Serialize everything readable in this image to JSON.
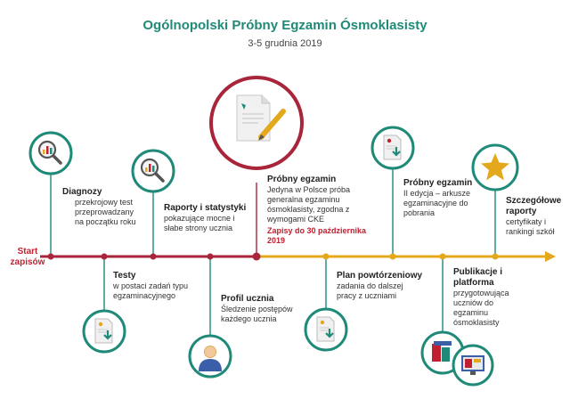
{
  "header": {
    "title": "Ogólnopolski Próbny Egzamin Ósmoklasisty",
    "subtitle": "3-5 grudnia 2019"
  },
  "start_label": "Start zapisów",
  "colors": {
    "teal": "#1f8a78",
    "red": "#a8253a",
    "gold": "#e3a81b",
    "bright_red": "#c0202f"
  },
  "milestones": [
    {
      "heading": "Diagnozy",
      "text": "przekrojowy test przeprowadzany na początku roku",
      "icon": "chart-magnifier-icon"
    },
    {
      "heading": "Testy",
      "text": "w postaci zadań typu egzaminacyjnego",
      "icon": "document-download-icon"
    },
    {
      "heading": "Raporty i statystyki",
      "text": "pokazujące mocne i słabe strony ucznia",
      "icon": "chart-magnifier-icon"
    },
    {
      "heading": "Profil ucznia",
      "text": "Śledzenie postępów każdego ucznia",
      "icon": "user-icon"
    },
    {
      "heading": "Próbny egzamin",
      "text": "Jedyna w Polsce próba generalna egzaminu ósmoklasisty, zgodna z wymogami CKE",
      "highlight": "Zapisy do 30 października 2019",
      "icon": "document-pen-icon"
    },
    {
      "heading": "Plan powtórzeniowy",
      "text": "zadania do dalszej pracy z uczniami",
      "icon": "document-download-icon"
    },
    {
      "heading": "Próbny egzamin",
      "text": "II edycja – arkusze egzaminacyjne do pobrania",
      "icon": "document-download-icon"
    },
    {
      "heading": "Publikacje i platforma",
      "text": "przygotowująca uczniów do egzaminu ósmoklasisty",
      "icon": "monitor-icon"
    },
    {
      "heading": "Szczegółowe raporty",
      "text": "certyfikaty i rankingi szkół",
      "icon": "star-icon"
    }
  ]
}
